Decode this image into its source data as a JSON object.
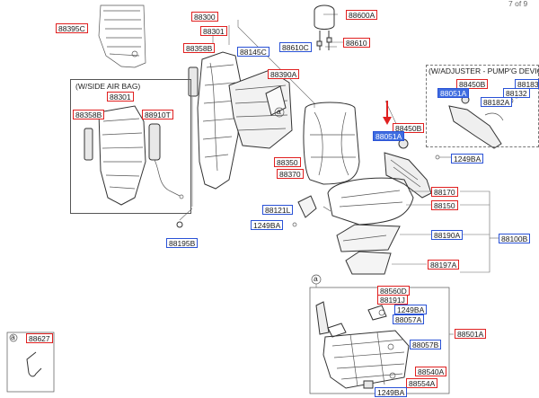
{
  "page_indicator": "7 of 9",
  "notes": {
    "side_air_bag": "(W/SIDE AIR BAG)",
    "adjuster": "(W/ADJUSTER - PUMP'G DEVIC"
  },
  "callout_letter": "a",
  "inset_label": "88627",
  "labels": {
    "l88395C": "88395C",
    "l88300": "88300",
    "l88301a": "88301",
    "l88358Ba": "88358B",
    "l88145C": "88145C",
    "l88610C": "88610C",
    "l88610": "88610",
    "l88600A": "88600A",
    "l88390A": "88390A",
    "l88301b": "88301",
    "l88358Bb": "88358B",
    "l88910T": "88910T",
    "l88350": "88350",
    "l88370": "88370",
    "l88450Ba": "88450B",
    "l88051Aa": "88051A",
    "l88132": "88132",
    "l88183": "88183",
    "l88182A": "88182A",
    "l88450Bb": "88450B",
    "l88051Ab": "88051A",
    "l1249BAa": "1249BA",
    "l88170": "88170",
    "l88150": "88150",
    "l88121L": "88121L",
    "l1249BAb": "1249BA",
    "l88190A": "88190A",
    "l88100B": "88100B",
    "l88197A": "88197A",
    "l88195B": "88195B",
    "l88560D": "88560D",
    "l88191J": "88191J",
    "l1249BAc": "1249BA",
    "l88057Aa": "88057A",
    "l88501A": "88501A",
    "l88057B": "88057B",
    "l88540A": "88540A",
    "l88554A": "88554A",
    "l1249BAd": "1249BA"
  }
}
